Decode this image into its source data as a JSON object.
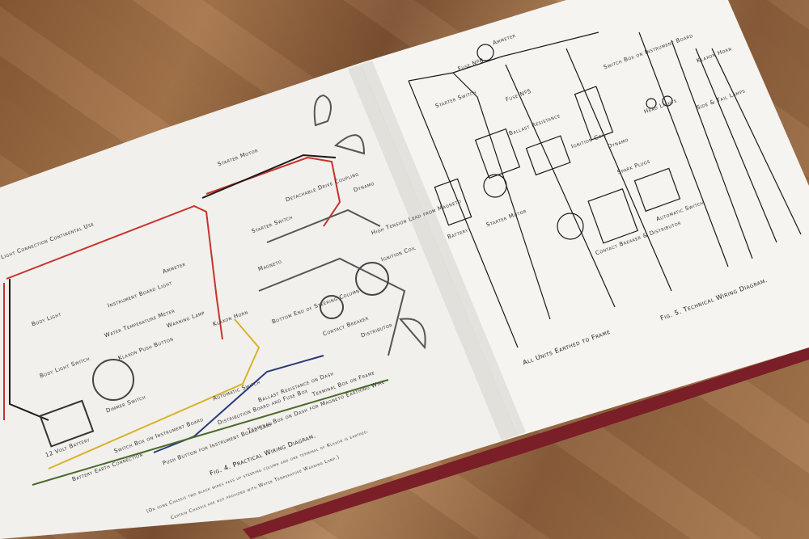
{
  "left_page": {
    "labels": {
      "starter_motor": "Starter Motor",
      "detachable_drive_coupling": "Detachable Drive Coupling",
      "dynamo": "Dynamo",
      "starter_switch": "Starter Switch",
      "high_tension_lead": "High Tension Lead from Magneto",
      "magneto": "Magneto",
      "ignition_coil": "Ignition Coil",
      "contact_connection": "Light Connection Continental Use",
      "instrument_board_light": "Instrument Board Light",
      "ammeter": "Ammeter",
      "water_temperature_meter": "Water Temperature Meter",
      "warning_lamp": "Warning Lamp",
      "klaxon_push_button": "Klaxon Push Button",
      "klaxon_horn": "Klaxon Horn",
      "body_light": "Body Light",
      "body_light_switch": "Body Light Switch",
      "bottom_end_steering": "Bottom End of Steering Column",
      "contact_breaker": "Contact Breaker",
      "distributor": "Distributor",
      "dimmer_switch": "Dimmer Switch",
      "automatic_switch": "Automatic Switch",
      "ballast_resistance": "Ballast Resistance on Dash",
      "terminal_box_frame": "Terminal Box on Frame",
      "distribution_board": "Distribution Board and Fuse Box",
      "terminal_box_dash": "Terminal Box on Dash for Magneto Earthing Wire",
      "battery": "12 Volt Battery",
      "battery_earth": "Battery Earth Connection",
      "switch_box": "Switch Box on Instrument Board",
      "push_button_lamp": "Push Button for Instrument Board Lamp"
    },
    "caption": "Fig. 4. Practical Wiring Diagram.",
    "note_1": "(On some Chassis two black wires pass up steering column and one terminal of Klaxon is earthed.",
    "note_2": "Certain Chassis are not provided with Water Temperature Warning Lamp.)"
  },
  "right_page": {
    "labels": {
      "fuse_1": "Fuse Nº8",
      "ammeter": "Ammeter",
      "switch_box": "Switch Box on Instrument Board",
      "starter_switch": "Starter Switch",
      "fuse_2": "Fuse Nº5",
      "ballast_resistance": "Ballast Resistance",
      "ignition_coil": "Ignition Coil",
      "dynamo": "Dynamo",
      "head_lights": "Head Lights",
      "side_lamps": "Side & Tail Lamps",
      "battery": "Battery",
      "starter_motor": "Starter Motor",
      "spark_plugs": "Spark Plugs",
      "contact_breaker": "Contact Breaker & Distributor",
      "automatic_switch": "Automatic Switch",
      "klaxon_horn": "Klaxon Horn",
      "earthed": "All Units Earthed to Frame"
    },
    "caption": "Fig. 5. Technical Wiring Diagram."
  },
  "colors": {
    "wood": "#9a6a42",
    "page": "#f2f1ee",
    "wire_red": "#c8322a",
    "wire_black": "#1a1a1a",
    "wire_yellow": "#d8b22a",
    "wire_blue": "#2a3a7a",
    "wire_green": "#4a6a2a",
    "cover": "#7a1e28"
  }
}
